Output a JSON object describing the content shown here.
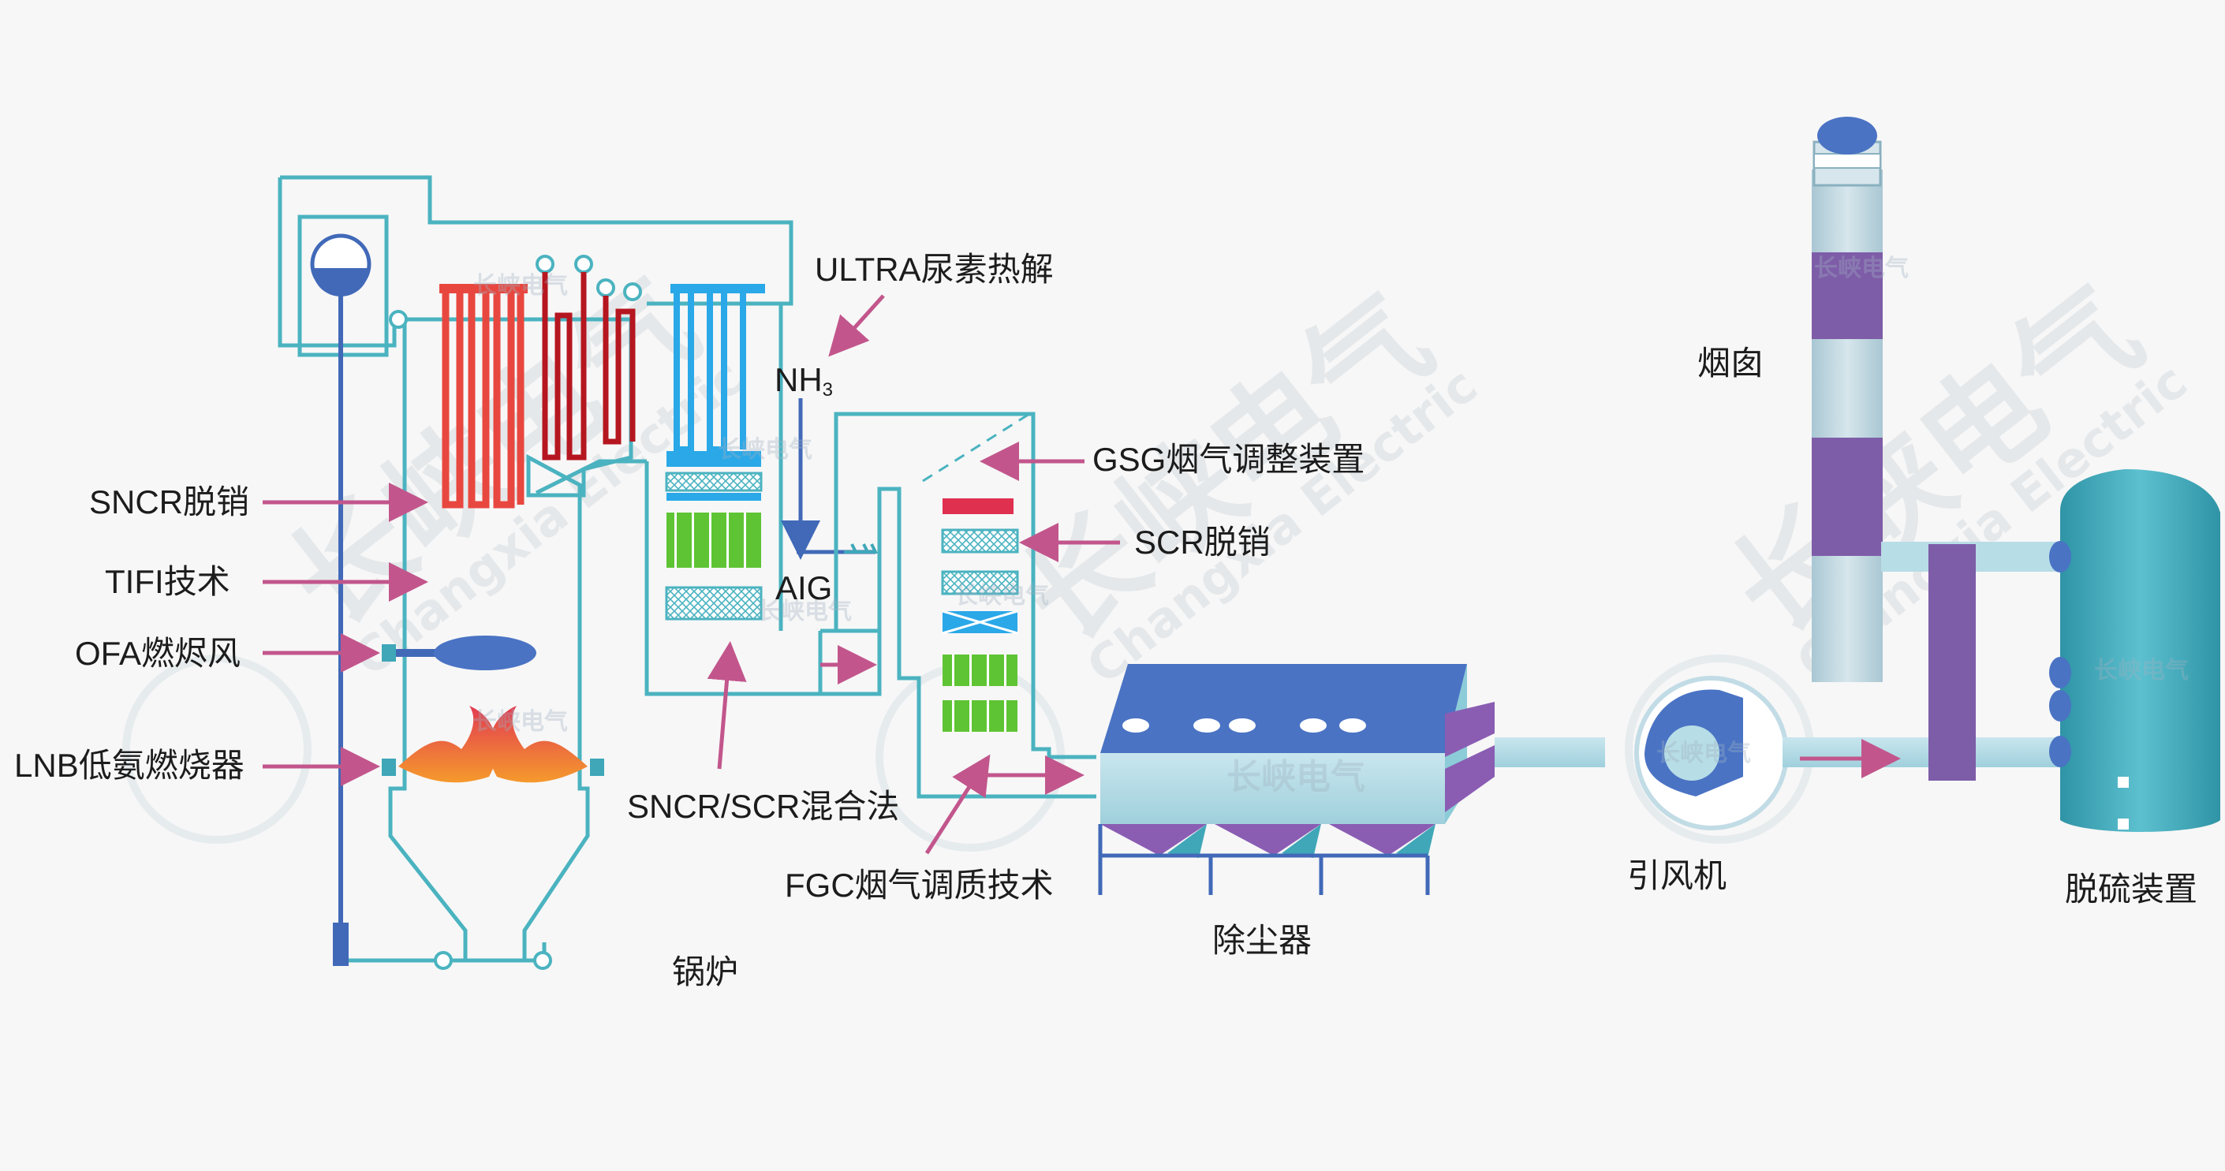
{
  "labels": {
    "ultra": "ULTRA尿素热解",
    "nh3_main": "NH",
    "nh3_sub": "3",
    "aig": "AIG",
    "gsg": "GSG烟气调整装置",
    "scr": "SCR脱销",
    "sncr": "SNCR脱销",
    "tifi": "TIFI技术",
    "ofa": "OFA燃烬风",
    "lnb": "LNB低氨燃烧器",
    "sncr_scr": "SNCR/SCR混合法",
    "fgc": "FGC烟气调质技术",
    "boiler": "锅炉",
    "dust": "除尘器",
    "fan": "引风机",
    "chimney": "烟囱",
    "desulf": "脱硫装置"
  },
  "watermark": {
    "cn": "长峡电气",
    "en": "Changxia Electric"
  },
  "colors": {
    "outline": "#4bb3c0",
    "arrow": "#c2568c",
    "red_tube": "#e8473f",
    "dark_red_tube": "#b5161f",
    "blue_tube": "#2aa8e8",
    "green_catalyst": "#5ec433",
    "duct": "#b7dde6",
    "collector_top": "#4a73c4",
    "hopper": "#8a5db3",
    "chimney_purple": "#7e5da8",
    "tower_teal": "#3fa7b8",
    "pipe_blue": "#4169b8"
  }
}
